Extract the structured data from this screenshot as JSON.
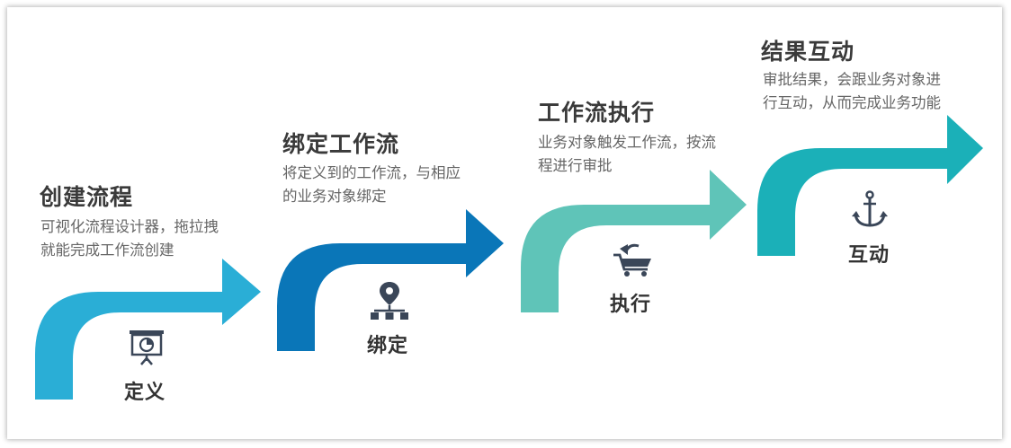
{
  "steps": [
    {
      "title": "创建流程",
      "desc": "可视化流程设计器，拖拉拽就能完成工作流创建",
      "label": "定义",
      "color": "#2aaed6",
      "icon": "presentation-board-icon"
    },
    {
      "title": "绑定工作流",
      "desc": "将定义到的工作流，与相应的业务对象绑定",
      "label": "绑定",
      "color": "#0a76b8",
      "icon": "location-network-icon"
    },
    {
      "title": "工作流执行",
      "desc": "业务对象触发工作流，按流程进行审批",
      "label": "执行",
      "color": "#5fc4b8",
      "icon": "cart-return-icon"
    },
    {
      "title": "结果互动",
      "desc": "审批结果，会跟业务对象进行互动，从而完成业务功能",
      "label": "互动",
      "color": "#1bb0b8",
      "icon": "anchor-icon"
    }
  ]
}
